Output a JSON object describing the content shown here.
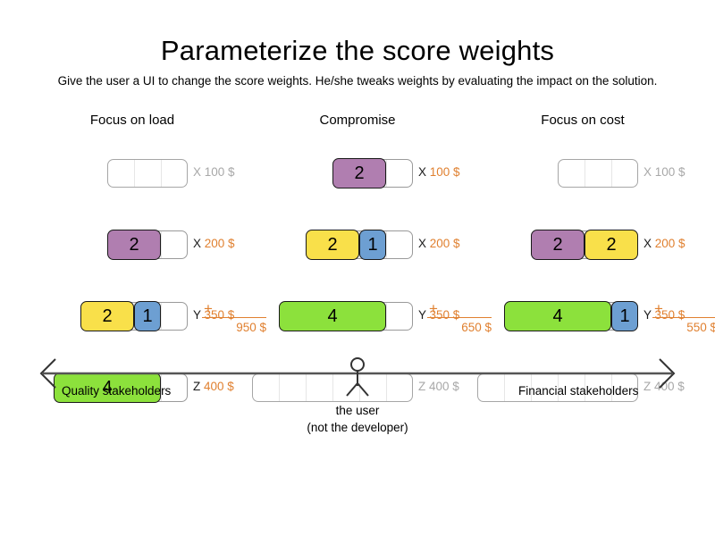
{
  "slide": {
    "title": "Parameterize the score weights",
    "subtitle": "Give the user a UI to change the score weights. He/she tweaks weights by evaluating the impact on the solution."
  },
  "colors": {
    "purple": "#b07eb0",
    "yellow": "#f9e04a",
    "green": "#8ce13c",
    "blue": "#6d9fd2",
    "orange": "#e08030",
    "inactive_gray": "#a8a8a8",
    "track_border": "#9a9a9a"
  },
  "columns": [
    {
      "title": "Focus on load",
      "rows": [
        {
          "letter": "X",
          "price": "100 $",
          "active": false,
          "track_cells": 3,
          "segments": []
        },
        {
          "letter": "X",
          "price": "200 $",
          "active": true,
          "track_cells": 3,
          "segments": [
            {
              "value": "2",
              "color": "purple",
              "units": 2
            }
          ]
        },
        {
          "letter": "Y",
          "price": "350 $",
          "active": true,
          "track_cells": 4,
          "segments": [
            {
              "value": "2",
              "color": "yellow",
              "units": 2
            },
            {
              "value": "1",
              "color": "blue",
              "units": 1
            }
          ]
        },
        {
          "letter": "Z",
          "price": "400 $",
          "active": true,
          "track_cells": 5,
          "segments": [
            {
              "value": "4",
              "color": "green",
              "units": 4
            }
          ]
        }
      ],
      "sum_plus": "+",
      "sum_total": "950 $"
    },
    {
      "title": "Compromise",
      "rows": [
        {
          "letter": "X",
          "price": "100 $",
          "active": true,
          "track_cells": 3,
          "segments": [
            {
              "value": "2",
              "color": "purple",
              "units": 2
            }
          ]
        },
        {
          "letter": "X",
          "price": "200 $",
          "active": true,
          "track_cells": 4,
          "segments": [
            {
              "value": "2",
              "color": "yellow",
              "units": 2
            },
            {
              "value": "1",
              "color": "blue",
              "units": 1
            }
          ]
        },
        {
          "letter": "Y",
          "price": "350 $",
          "active": true,
          "track_cells": 5,
          "segments": [
            {
              "value": "4",
              "color": "green",
              "units": 4
            }
          ]
        },
        {
          "letter": "Z",
          "price": "400 $",
          "active": false,
          "track_cells": 6,
          "segments": []
        }
      ],
      "sum_plus": "+",
      "sum_total": "650 $"
    },
    {
      "title": "Focus on cost",
      "rows": [
        {
          "letter": "X",
          "price": "100 $",
          "active": false,
          "track_cells": 3,
          "segments": []
        },
        {
          "letter": "X",
          "price": "200 $",
          "active": true,
          "track_cells": 4,
          "segments": [
            {
              "value": "2",
              "color": "purple",
              "units": 2
            },
            {
              "value": "2",
              "color": "yellow",
              "units": 2
            }
          ]
        },
        {
          "letter": "Y",
          "price": "350 $",
          "active": true,
          "track_cells": 5,
          "segments": [
            {
              "value": "4",
              "color": "green",
              "units": 4
            },
            {
              "value": "1",
              "color": "blue",
              "units": 1
            }
          ]
        },
        {
          "letter": "Z",
          "price": "400 $",
          "active": false,
          "track_cells": 6,
          "segments": []
        }
      ],
      "sum_plus": "+",
      "sum_total": "550 $"
    }
  ],
  "axis": {
    "left_label": "Quality stakeholders",
    "right_label": "Financial stakeholders",
    "user_caption_line1": "the user",
    "user_caption_line2": "(not the developer)"
  }
}
